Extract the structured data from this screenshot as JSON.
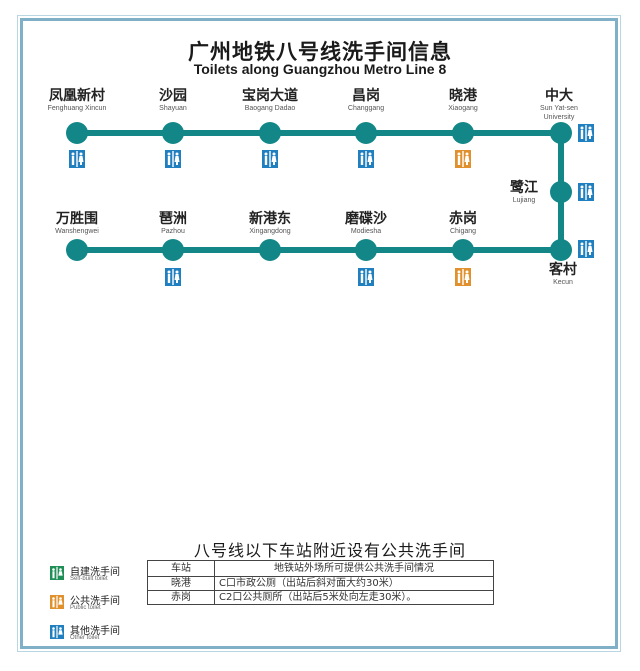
{
  "title": {
    "cn": "广州地铁八号线洗手间信息",
    "en": "Toilets along Guangzhou Metro Line 8"
  },
  "colors": {
    "line": "#138787",
    "self_built_toilet": "#1f8f57",
    "public_toilet": "#e0912e",
    "other_toilet": "#1f7fbf",
    "frame": "#7fb0c8"
  },
  "stations": [
    {
      "cn": "凤凰新村",
      "en": "Fenghuang Xincun",
      "toilet": "other"
    },
    {
      "cn": "沙园",
      "en": "Shayuan",
      "toilet": "other"
    },
    {
      "cn": "宝岗大道",
      "en": "Baogang Dadao",
      "toilet": "other"
    },
    {
      "cn": "昌岗",
      "en": "Changgang",
      "toilet": "other"
    },
    {
      "cn": "晓港",
      "en": "Xiaogang",
      "toilet": "public"
    },
    {
      "cn": "中大",
      "en": "Sun Yat-sen University",
      "toilet": "other"
    },
    {
      "cn": "鹭江",
      "en": "Lujiang",
      "toilet": "other"
    },
    {
      "cn": "客村",
      "en": "Kecun",
      "toilet": "other"
    },
    {
      "cn": "赤岗",
      "en": "Chigang",
      "toilet": "public"
    },
    {
      "cn": "磨碟沙",
      "en": "Modiesha",
      "toilet": "other"
    },
    {
      "cn": "新港东",
      "en": "Xingangdong",
      "toilet": "none"
    },
    {
      "cn": "琶洲",
      "en": "Pazhou",
      "toilet": "other"
    },
    {
      "cn": "万胜围",
      "en": "Wanshengwei",
      "toilet": "none"
    }
  ],
  "section": {
    "subtitle": "八号线以下车站附近设有公共洗手间",
    "table": {
      "headers": [
        "车站",
        "地铁站外场所可提供公共洗手间情况"
      ],
      "rows": [
        [
          "晓港",
          "C口市政公厕（出站后斜对面大约30米）"
        ],
        [
          "赤岗",
          "C2口公共厕所（出站后5米处向左走30米）。"
        ]
      ]
    }
  },
  "legend": [
    {
      "type": "self_built",
      "cn": "自建洗手间",
      "en": "Self-built toilet"
    },
    {
      "type": "public",
      "cn": "公共洗手间",
      "en": "Public toilet"
    },
    {
      "type": "other",
      "cn": "其他洗手间",
      "en": "Other toilet"
    }
  ]
}
